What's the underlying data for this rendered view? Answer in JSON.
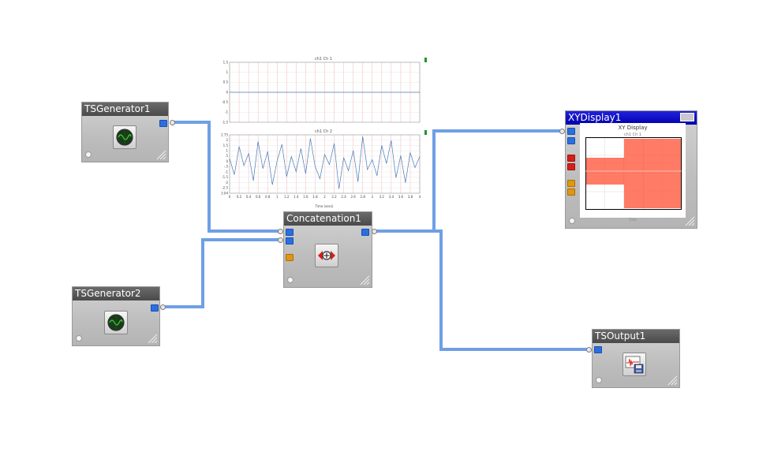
{
  "canvas": {
    "background": "#ffffff",
    "wire_color": "#6f9fe6"
  },
  "nodes": {
    "tsgenerator1": {
      "title": "TSGenerator1",
      "icon": "oscilloscope-icon"
    },
    "tsgenerator2": {
      "title": "TSGenerator2",
      "icon": "oscilloscope-icon"
    },
    "concatenation1": {
      "title": "Concatenation1",
      "icon": "concatenate-icon"
    },
    "xydisplay1": {
      "title": "XYDisplay1",
      "icon": "xy-plot-icon",
      "title_color": "#0000cc"
    },
    "tsoutput1": {
      "title": "TSOutput1",
      "icon": "save-waveform-icon"
    }
  },
  "port_colors": {
    "signal": "#2a6fe0",
    "control": "#e0960e",
    "alarm": "#d42018"
  },
  "charts": {
    "top": {
      "title": "ch1 Ch 1",
      "yticks": [
        "1.5",
        "1",
        "0.5",
        "0",
        "-0.5",
        "-1",
        "-1.5"
      ],
      "grid_color": "#f2b8b8"
    },
    "bottom": {
      "title": "ch1 Ch 2",
      "yticks": [
        "2.75",
        "2",
        "1.5",
        "1",
        ".5",
        "0",
        "-.5",
        "-1",
        "-1.5",
        "-2",
        "-2.5",
        "-3.04"
      ],
      "xticks": [
        "0",
        "0.2",
        "0.4",
        "0.6",
        "0.8",
        "1",
        "1.2",
        "1.4",
        "1.6",
        "1.8",
        "2",
        "2.2",
        "2.4",
        "2.6",
        "2.8",
        "3",
        "3.2",
        "3.4",
        "3.6",
        "3.8",
        "4"
      ],
      "xlabel": "Time (secs)",
      "series_color": "#4a7ab8"
    },
    "xy": {
      "title": "XY Display",
      "subtitle": "ch1 Ch 1",
      "footer": "Time",
      "trace_color": "#ff5a40"
    }
  },
  "chart_data": [
    {
      "type": "line",
      "title": "ch1 Ch 1",
      "xlim": [
        0,
        4
      ],
      "ylim": [
        -1.5,
        1.5
      ],
      "series": [
        {
          "x": [
            0,
            4
          ],
          "y": [
            0,
            0
          ]
        }
      ]
    },
    {
      "type": "line",
      "title": "ch1 Ch 2",
      "xlabel": "Time (secs)",
      "xlim": [
        0,
        4
      ],
      "ylim": [
        -3.04,
        2.75
      ],
      "series": [
        {
          "x": [
            0,
            0.1,
            0.2,
            0.3,
            0.4,
            0.5,
            0.6,
            0.7,
            0.8,
            0.9,
            1,
            1.1,
            1.2,
            1.3,
            1.4,
            1.5,
            1.6,
            1.7,
            1.8,
            1.9,
            2,
            2.1,
            2.2,
            2.3,
            2.4,
            2.5,
            2.6,
            2.7,
            2.8,
            2.9,
            3,
            3.1,
            3.2,
            3.3,
            3.4,
            3.5,
            3.6,
            3.7,
            3.8,
            3.9,
            4
          ],
          "y": [
            0.4,
            -1.2,
            1.6,
            -0.3,
            0.9,
            -1.8,
            2.1,
            -0.6,
            1.1,
            -2.2,
            0.2,
            1.8,
            -1.4,
            0.6,
            -0.9,
            1.4,
            -1.1,
            2.4,
            -0.4,
            -1.6,
            0.8,
            -0.2,
            1.9,
            -2.6,
            0.5,
            -0.8,
            1.2,
            -1.9,
            2.6,
            -0.7,
            0.3,
            -1.3,
            1.7,
            -0.1,
            2.2,
            -1.5,
            0.7,
            -2.0,
            1.0,
            -0.5,
            0.6
          ]
        }
      ]
    }
  ]
}
